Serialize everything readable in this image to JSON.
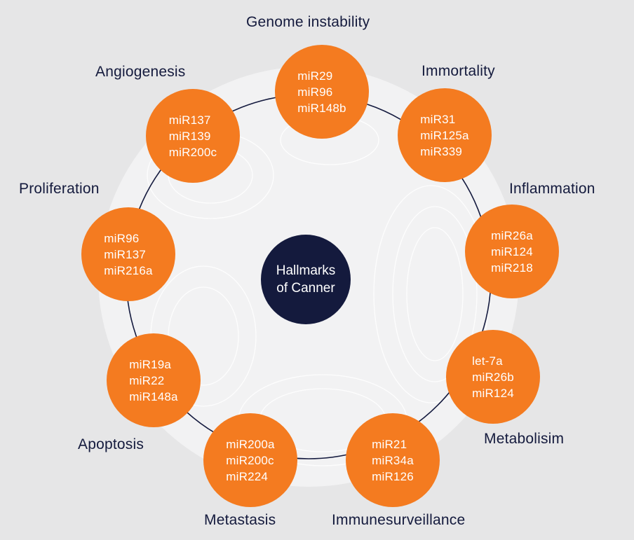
{
  "colors": {
    "background": "#e6e6e7",
    "disc": "#f2f2f3",
    "ring": "#151b3f",
    "node_fill": "#f47b20",
    "center_fill": "#141a3d",
    "label_text": "#141a3d",
    "node_text": "#ffffff"
  },
  "center": {
    "line1": "Hallmarks",
    "line2": "of Canner"
  },
  "hallmarks": [
    {
      "name": "Genome instability",
      "mirnas": [
        "miR29",
        "miR96",
        "miR148b"
      ]
    },
    {
      "name": "Immortality",
      "mirnas": [
        "miR31",
        "miR125a",
        "miR339"
      ]
    },
    {
      "name": "Inflammation",
      "mirnas": [
        "miR26a",
        "miR124",
        "miR218"
      ]
    },
    {
      "name": "Metabolisim",
      "mirnas": [
        "let-7a",
        "miR26b",
        "miR124"
      ]
    },
    {
      "name": "Immunesurveillance",
      "mirnas": [
        "miR21",
        "miR34a",
        "miR126"
      ]
    },
    {
      "name": "Metastasis",
      "mirnas": [
        "miR200a",
        "miR200c",
        "miR224"
      ]
    },
    {
      "name": "Apoptosis",
      "mirnas": [
        "miR19a",
        "miR22",
        "miR148a"
      ]
    },
    {
      "name": "Proliferation",
      "mirnas": [
        "miR96",
        "miR137",
        "miR216a"
      ]
    },
    {
      "name": "Angiogenesis",
      "mirnas": [
        "miR137",
        "miR139",
        "miR200c"
      ]
    }
  ]
}
